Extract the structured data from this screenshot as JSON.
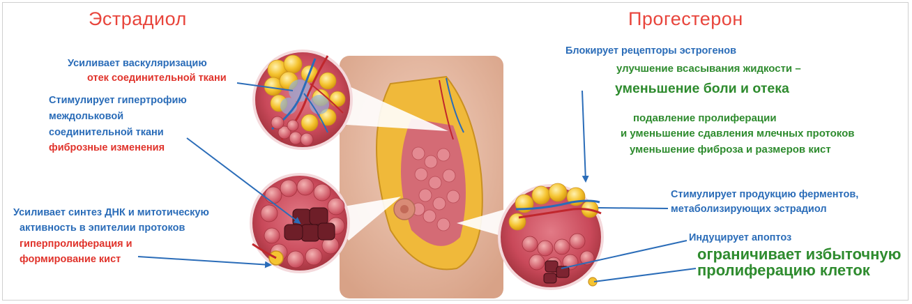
{
  "titles": {
    "estradiol": "Эстрадиол",
    "progesterone": "Прогестерон"
  },
  "estradiol": {
    "vascular_line": "Усиливает васкуляризацию",
    "edema_line": "отек соединительной ткани",
    "hypertrophy_lines": [
      "Стимулирует гипертрофию",
      "междольковой",
      "соединительной ткани"
    ],
    "fibrosis_line": "фиброзные изменения",
    "dna_lines": [
      "Усиливает синтез ДНК и митотическую",
      "активность в эпителии протоков"
    ],
    "hyperprolif_lines": [
      "гиперпролиферация и",
      "формирование кист"
    ]
  },
  "progesterone": {
    "block_line": "Блокирует рецепторы эстрогенов",
    "absorb_line": "улучшение всасывания жидкости –",
    "pain_line": "уменьшение боли и отека",
    "suppress_line": "подавление пролиферации",
    "reduce_line": "и уменьшение сдавления млечных  протоков",
    "fibrosis_line": "уменьшение фиброза и размеров кист",
    "enzymes_lines": [
      "Стимулирует продукцию ферментов,",
      "метаболизирующих эстрадиол"
    ],
    "apoptosis_line": "Индуцирует апоптоз",
    "limit_lines": [
      "ограничивает избыточную",
      "пролиферацию клеток"
    ]
  },
  "colors": {
    "red": "#e0332b",
    "blue": "#2a6cb8",
    "green": "#2e8b2e",
    "circle_bg": "#c9495a",
    "fat": "#f5c431",
    "skin": "#e7b9a0"
  }
}
